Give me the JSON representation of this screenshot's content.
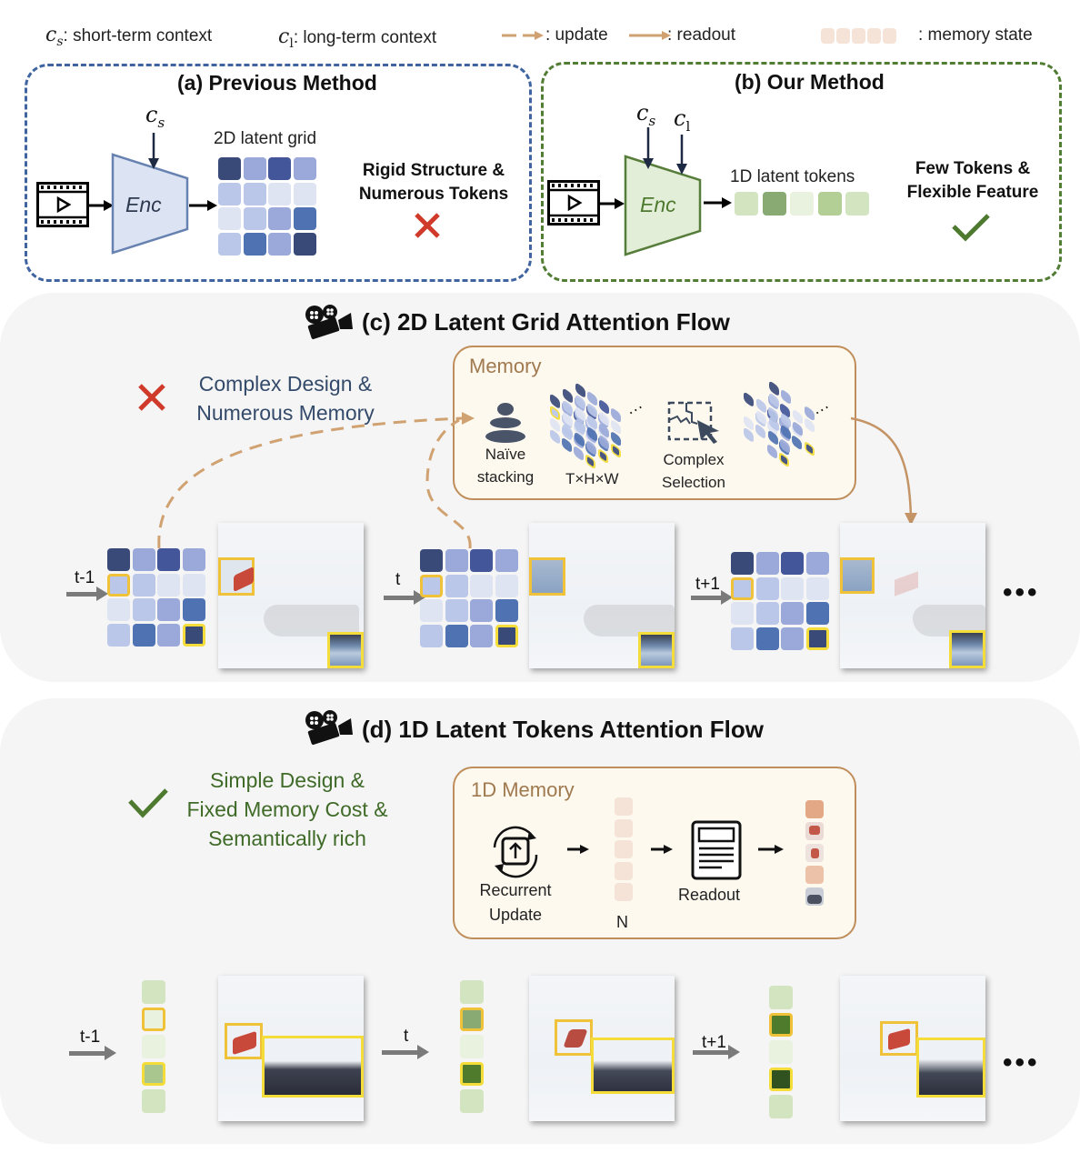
{
  "legend": {
    "cs_symbol": "c",
    "cs_sub": "s",
    "cs_label": ": short-term context",
    "cl_symbol": "c",
    "cl_sub": "l",
    "cl_label": ": long-term context",
    "update_label": ": update",
    "readout_label": ": readout",
    "memory_state_label": ": memory state"
  },
  "panel_a": {
    "title": "(a) Previous Method",
    "context_symbol": "c",
    "context_sub": "s",
    "encoder_label": "Enc",
    "grid_label": "2D latent grid",
    "verdict_line1": "Rigid Structure &",
    "verdict_line2": "Numerous Tokens",
    "verdict_icon": "cross-icon"
  },
  "panel_b": {
    "title": "(b) Our Method",
    "context1_symbol": "c",
    "context1_sub": "s",
    "context2_symbol": "c",
    "context2_sub": "l",
    "encoder_label": "Enc",
    "tokens_label": "1D latent tokens",
    "verdict_line1": "Few Tokens &",
    "verdict_line2": "Flexible Feature",
    "verdict_icon": "check-icon"
  },
  "panel_c": {
    "title": "(c) 2D Latent Grid Attention Flow",
    "note_line1": "Complex Design &",
    "note_line2": "Numerous Memory",
    "memory_title": "Memory",
    "stacking_line1": "Naïve",
    "stacking_line2": "stacking",
    "dims_label": "T×H×W",
    "selection_line1": "Complex",
    "selection_line2": "Selection",
    "steps": [
      {
        "label": "t-1"
      },
      {
        "label": "t"
      },
      {
        "label": "t+1"
      }
    ],
    "ellipsis": "•••"
  },
  "panel_d": {
    "title": "(d) 1D Latent Tokens Attention Flow",
    "note_line1": "Simple Design &",
    "note_line2": "Fixed Memory Cost &",
    "note_line3": "Semantically rich",
    "memory_title": "1D Memory",
    "update_line1": "Recurrent",
    "update_line2": "Update",
    "n_label": "N",
    "readout_label": "Readout",
    "steps": [
      {
        "label": "t-1"
      },
      {
        "label": "t"
      },
      {
        "label": "t+1"
      }
    ],
    "ellipsis": "•••"
  },
  "colors": {
    "blue_dark": "#3a4a78",
    "blue_mid": "#4f72b2",
    "blue_light": "#9aa9d9",
    "blue_pale": "#bac7e8",
    "blue_faint": "#dfe4f3",
    "green_border": "#4e7a2f",
    "green_dark": "#2f5220",
    "green_mid": "#4f7b2d",
    "green_soft": "#8aaa74",
    "green_light": "#b3cf95",
    "green_pale": "#d3e4c0",
    "green_faint": "#e9f1df",
    "memory_border": "#bf8e5a",
    "memory_state": "#f5e3d8",
    "highlight_orange": "#f0c23a",
    "highlight_yellow": "#f4dc3a",
    "cross_red": "#d03a2a",
    "note_blue": "#344a6a",
    "note_green": "#3f6a27"
  }
}
